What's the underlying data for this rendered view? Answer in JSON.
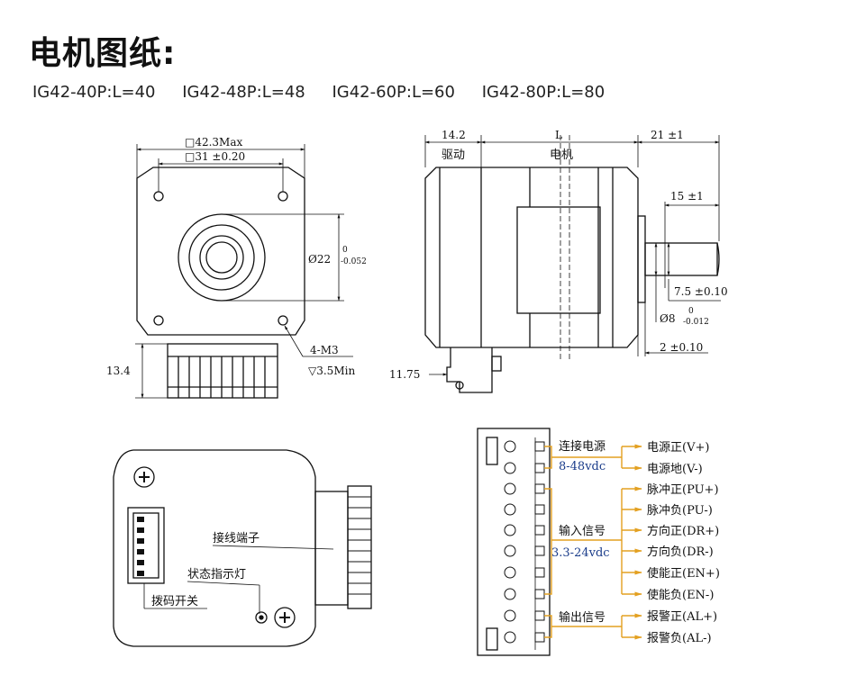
{
  "title": "电机图纸:",
  "models": [
    "IG42-40P:L=40",
    "IG42-48P:L=48",
    "IG42-60P:L=60",
    "IG42-80P:L=80"
  ],
  "front_view": {
    "dim_outer": "□42.3Max",
    "dim_hole": "□31 ±0.20",
    "dim_boss_main": "Ø22",
    "dim_boss_tol_upper": "0",
    "dim_boss_tol_lower": "-0.052",
    "dim_holes": "4-M3",
    "dim_depth": "▽3.5Min",
    "dim_connector": "13.4"
  },
  "side_view": {
    "dim_driver": "14.2",
    "label_driver": "驱动",
    "dim_motor": "L",
    "label_motor": "电机",
    "dim_shaft_total": "21 ±1",
    "dim_shaft_len": "15 ±1",
    "dim_flat": "7.5 ±0.10",
    "dim_shaft_dia": "Ø8",
    "dim_shaft_tol_upper": "0",
    "dim_shaft_tol_lower": "-0.012",
    "dim_boss": "2 ±0.10",
    "dim_connector": "11.75"
  },
  "back_view": {
    "label_terminal": "接线端子",
    "label_led": "状态指示灯",
    "label_dip": "拨码开关"
  },
  "wiring": {
    "groups": [
      {
        "name": "连接电源",
        "range": "8-48vdc"
      },
      {
        "name": "输入信号",
        "range": "3.3-24vdc"
      },
      {
        "name": "输出信号",
        "range": ""
      }
    ],
    "pins": [
      "电源正(V+)",
      "电源地(V-)",
      "脉冲正(PU+)",
      "脉冲负(PU-)",
      "方向正(DR+)",
      "方向负(DR-)",
      "使能正(EN+)",
      "使能负(EN-)",
      "报警正(AL+)",
      "报警负(AL-)"
    ],
    "colors": {
      "wire": "#e3a020",
      "range_text": "#1a3c8a"
    }
  }
}
